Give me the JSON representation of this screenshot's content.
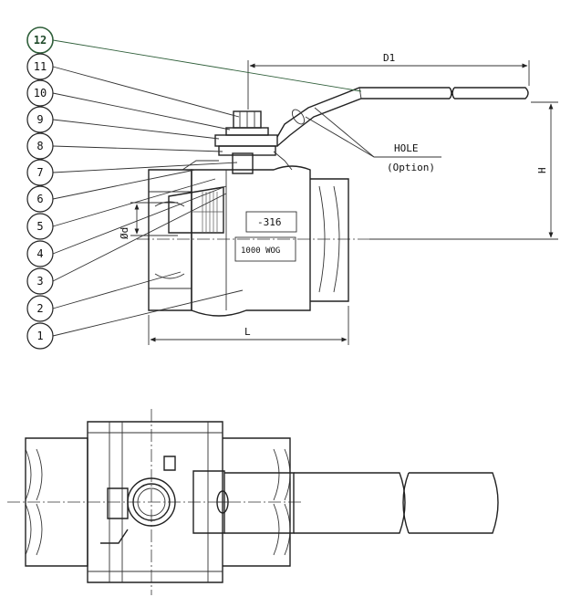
{
  "balloons": [
    "12",
    "11",
    "10",
    "9",
    "8",
    "7",
    "6",
    "5",
    "4",
    "3",
    "2",
    "1"
  ],
  "highlight_color": "#2f5f3a",
  "dimensions": {
    "handle_length": "D1",
    "height": "H",
    "length": "L",
    "bore": "Ød"
  },
  "callout": {
    "hole": "HOLE",
    "option": "(Option)"
  },
  "body_markings": {
    "material": "-316",
    "rating": "1000 WOG"
  }
}
